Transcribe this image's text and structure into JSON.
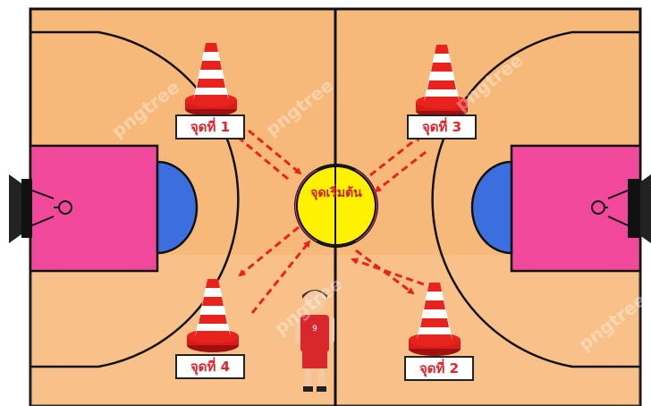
{
  "center_point": {
    "label": "จุดเริ่มต้น"
  },
  "stations": [
    {
      "label": "จุดที่ 1"
    },
    {
      "label": "จุดที่ 3"
    },
    {
      "label": "จุดที่ 4"
    },
    {
      "label": "จุดที่ 2"
    }
  ],
  "watermark": "pngtree",
  "colors": {
    "court": "#f7b97a",
    "paint": "#f0489a",
    "restricted_arc": "#3b6fe0",
    "center_circle": "#fff200",
    "arrows": "#e8231e",
    "cone": "#e8231e"
  }
}
